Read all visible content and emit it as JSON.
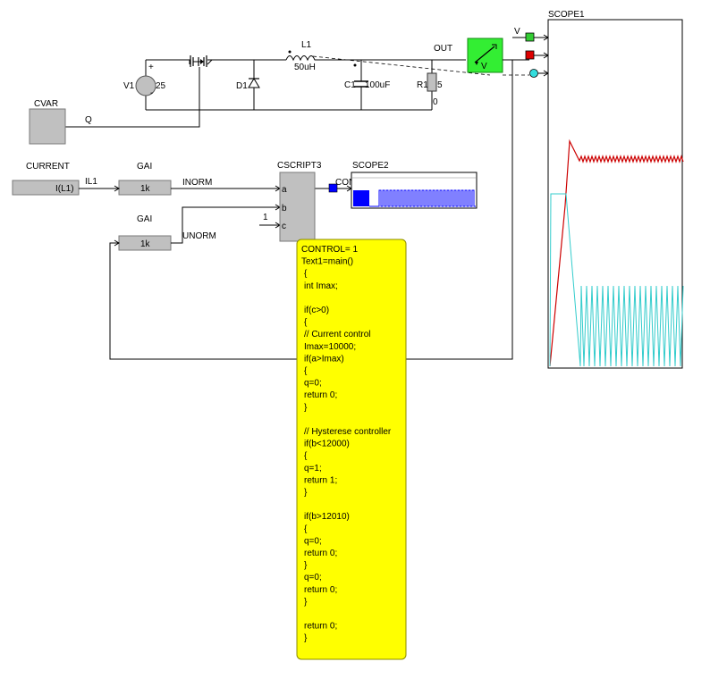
{
  "components": {
    "v1": {
      "name": "V1",
      "value": "25",
      "plus": "+",
      "minus": "-"
    },
    "l1": {
      "name": "L1",
      "value": "50uH"
    },
    "d1": {
      "name": "D1"
    },
    "c1": {
      "name": "C1",
      "value": "100uF"
    },
    "r1": {
      "name": "R1",
      "value": "5"
    },
    "ground": "0",
    "out_node": "OUT"
  },
  "cvar": {
    "name": "CVAR",
    "output": "Q"
  },
  "current": {
    "name": "CURRENT",
    "expr": "I(L1)",
    "output": "IL1"
  },
  "gai1": {
    "name": "GAI",
    "value": "1k",
    "output": "INORM"
  },
  "gai2": {
    "name": "GAI",
    "value": "1k",
    "output": "UNORM"
  },
  "cscript": {
    "name": "CSCRIPT3",
    "ports": [
      "a",
      "b",
      "c"
    ],
    "const_c": "1",
    "output": "CONTROL"
  },
  "scope2": {
    "name": "SCOPE2"
  },
  "scope1": {
    "name": "SCOPE1",
    "probe_label": "V"
  },
  "voltmeter": {
    "label": "V"
  },
  "code_lines": [
    "CONTROL= 1",
    "Text1=main()",
    "{",
    "int Imax;",
    "",
    "if(c>0)",
    "{",
    "// Current control",
    "Imax=10000;",
    "if(a>Imax)",
    "{",
    "q=0;",
    "return 0;",
    "}",
    "",
    "// Hysterese controller",
    "if(b<12000)",
    "{",
    "q=1;",
    "return 1;",
    "}",
    "",
    "if(b>12010)",
    "{",
    "q=0;",
    "return 0;",
    "}",
    "q=0;",
    "return 0;",
    "}",
    "",
    "return 0;",
    "}"
  ],
  "colors": {
    "note_fill": "#ffff00",
    "note_border": "#8b8b00",
    "block_fill": "#c0c0c0",
    "scope_blue": "#0000ff",
    "scope_red": "#cc0000",
    "scope_cyan": "#33cccc",
    "green_square": "#33cc33",
    "red_square": "#dd0000",
    "cyan_dot": "#33dddd",
    "meter_fill": "#33ee33"
  }
}
